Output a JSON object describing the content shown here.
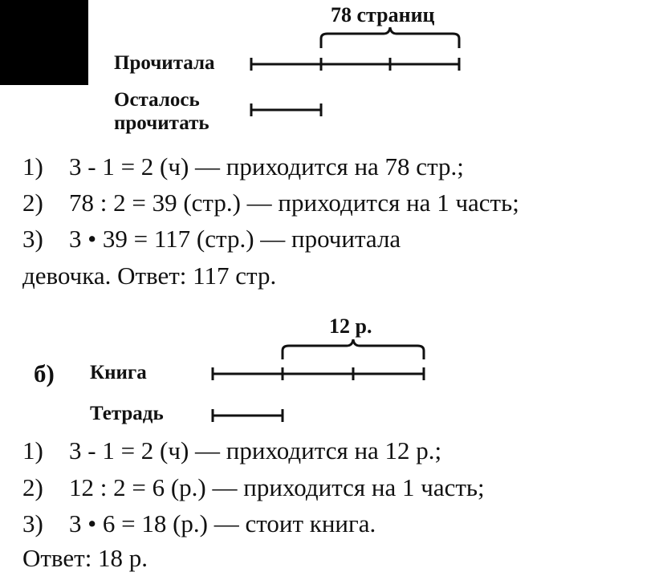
{
  "part_a": {
    "brace_label": "78 страниц",
    "row1_label": "Прочитала",
    "row2_label_line1": "Осталось",
    "row2_label_line2": "прочитать",
    "steps": [
      {
        "num": "1)",
        "text": "3 - 1 = 2 (ч) — приходится на 78 стр.;"
      },
      {
        "num": "2)",
        "text": "78 : 2 = 39 (стр.) — приходится на 1 часть;"
      },
      {
        "num": "3)",
        "text": "3 • 39 = 117 (стр.) — прочитала"
      }
    ],
    "continuation": "девочка. Ответ: 117 стр."
  },
  "part_b": {
    "letter": "б)",
    "brace_label": "12 р.",
    "row1_label": "Книга",
    "row2_label": "Тетрадь",
    "steps": [
      {
        "num": "1)",
        "text": "3 - 1 = 2 (ч) — приходится на 12 р.;"
      },
      {
        "num": "2)",
        "text": "12 : 2 = 6 (р.) — приходится на 1 часть;"
      },
      {
        "num": "3)",
        "text": "3 • 6 = 18 (р.) — стоит книга."
      }
    ],
    "answer": "Ответ: 18 р."
  },
  "colors": {
    "ink": "#111111",
    "box": "#000000"
  }
}
